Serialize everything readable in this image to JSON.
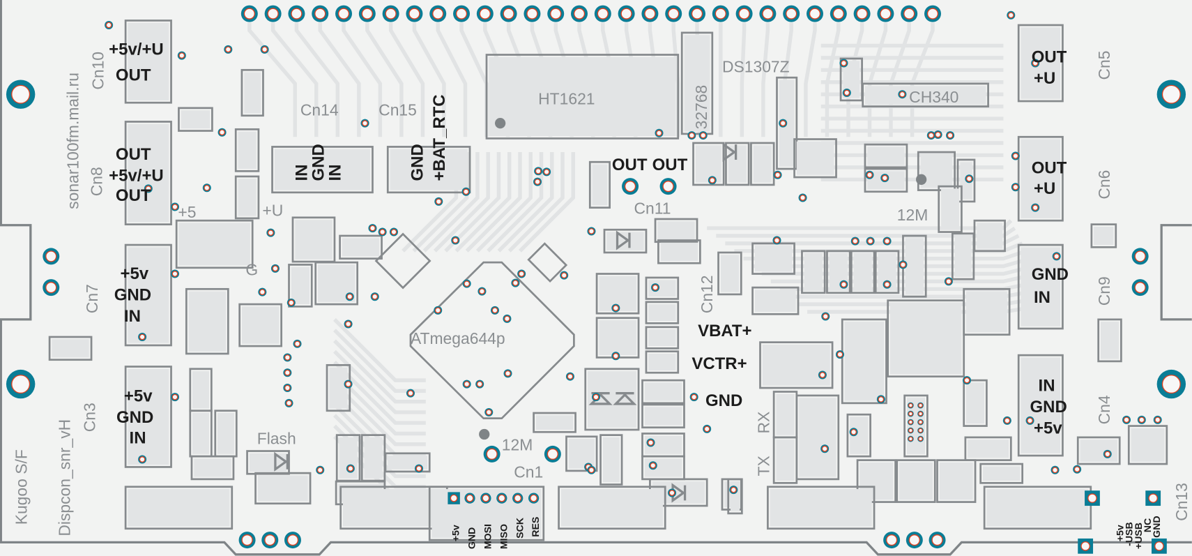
{
  "board": {
    "colors": {
      "background": "#f2f3f2",
      "outline": "#7f8487",
      "pad_ring": "#0a7d96",
      "drill_rim": "#e0401f",
      "trace": "#e1e3e4",
      "text_dark": "#1c1c1c",
      "text_silk": "#8a8e91"
    },
    "author_text": "sonar100fm.mail.ru",
    "project_text": "Dispcon_snr_vH",
    "model_text": "Kugoo S/F"
  },
  "connectors": {
    "cn10": {
      "ref": "Cn10",
      "l1": "+5v/+U",
      "l2": "OUT"
    },
    "cn8": {
      "ref": "Cn8",
      "l1": "OUT",
      "l2": "+5v/+U",
      "l3": "OUT"
    },
    "cn14": {
      "ref": "Cn14",
      "l1": "IN",
      "l2": "GND",
      "l3": "IN"
    },
    "cn15": {
      "ref": "Cn15",
      "l1": "GND",
      "l2": "+BAT_RTC"
    },
    "cn7": {
      "ref": "Cn7",
      "l1": "+5v",
      "l2": "GND",
      "l3": "IN"
    },
    "cn3": {
      "ref": "Cn3",
      "l1": "+5v",
      "l2": "GND",
      "l3": "IN"
    },
    "cn1": {
      "ref": "Cn1",
      "pins": [
        "+5v",
        "GND",
        "MOSI",
        "MISO",
        "SCK",
        "RES"
      ]
    },
    "cn11": {
      "ref": "Cn11",
      "l1": "OUT",
      "l2": "OUT"
    },
    "cn12": {
      "ref": "Cn12",
      "l1": "VBAT+",
      "l2": "VCTR+",
      "l3": "GND"
    },
    "cn5": {
      "ref": "Cn5",
      "l1": "OUT",
      "l2": "+U"
    },
    "cn6": {
      "ref": "Cn6",
      "l1": "OUT",
      "l2": "+U"
    },
    "cn9": {
      "ref": "Cn9",
      "l1": "GND",
      "l2": "IN"
    },
    "cn4": {
      "ref": "Cn4",
      "l1": "IN",
      "l2": "GND",
      "l3": "+5v"
    },
    "cn13": {
      "ref": "Cn13",
      "pins": [
        "+5v",
        "-USB",
        "+USB",
        "NC",
        "GND"
      ]
    }
  },
  "components": {
    "mcu": "ATmega644p",
    "lcd_driver": "HT1621",
    "crystal_rtc": "32768",
    "rtc": "DS1307Z",
    "usb_uart": "CH340",
    "crystal_mcu": "12M",
    "crystal_usb": "12M",
    "flash_label": "Flash",
    "plus5": "+5",
    "plusU": "+U",
    "g": "G",
    "tx": "TX",
    "rx": "RX"
  }
}
